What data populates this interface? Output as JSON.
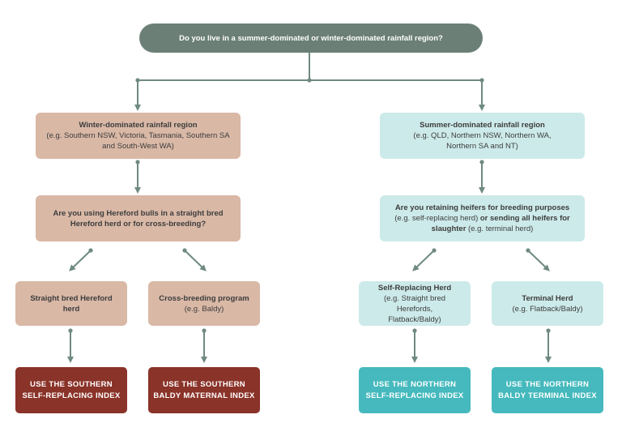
{
  "question_top": "Do you live in a summer-dominated or winter-dominated rainfall region?",
  "winter": {
    "title": "Winter-dominated rainfall region",
    "subtitle_line1": "(e.g. Southern NSW, Victoria, Tasmania, Southern SA",
    "subtitle_line2": "and South-West WA)",
    "question_line1": "Are you using Hereford bulls in a straight bred",
    "question_line2": "Hereford herd or for cross-breeding?",
    "straight_label": "Straight bred Hereford herd",
    "cross_title": "Cross-breeding program",
    "cross_sub": "(e.g. Baldy)",
    "result_left_line1": "USE THE SOUTHERN",
    "result_left_line2": "SELF-REPLACING INDEX",
    "result_right_line1": "USE THE SOUTHERN",
    "result_right_line2": "BALDY MATERNAL INDEX"
  },
  "summer": {
    "title": "Summer-dominated rainfall region",
    "subtitle_line1": "(e.g. QLD, Northern NSW, Northern WA,",
    "subtitle_line2": "Northern SA and NT)",
    "question_line1": "Are you retaining heifers for breeding purposes",
    "question_line2_sub": "(e.g. self-replacing herd)",
    "question_line2_bold": " or sending all heifers for",
    "question_line3_bold": "slaughter",
    "question_line3_sub": " (e.g. terminal herd)",
    "self_title": "Self-Replacing Herd",
    "self_sub_line1": "(e.g. Straight bred Herefords,",
    "self_sub_line2": "Flatback/Baldy)",
    "terminal_title": "Terminal Herd",
    "terminal_sub": "(e.g. Flatback/Baldy)",
    "result_left_line1": "USE THE NORTHERN",
    "result_left_line2": "SELF-REPLACING INDEX",
    "result_right_line1": "USE THE NORTHERN",
    "result_right_line2": "BALDY TERMINAL INDEX"
  },
  "colors": {
    "pill": "#6b7f76",
    "connector": "#6f8a80",
    "winter_box": "#d9b8a6",
    "summer_box": "#cdeaea",
    "southern_result": "#8a3329",
    "northern_result": "#45b9bd"
  }
}
